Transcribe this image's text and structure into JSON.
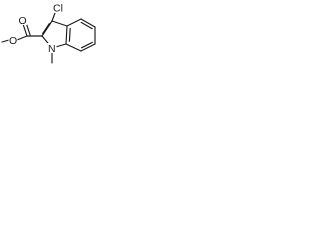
{
  "diagram": {
    "atom_labels": {
      "chlorine": "Cl",
      "ester_carbonyl_oxygen": "O",
      "ester_alkoxy_oxygen": "O",
      "ring_nitrogen": "N"
    },
    "line_color": "#1a1a1a",
    "background_color": "#ffffff"
  }
}
